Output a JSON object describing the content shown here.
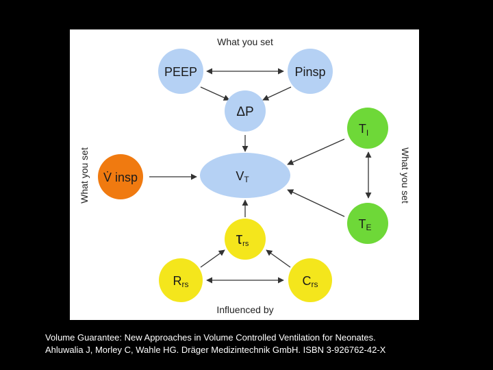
{
  "labels": {
    "top": "What you set",
    "left": "What you set",
    "right": "What you set",
    "bottom": "Influenced by"
  },
  "nodes": {
    "peep": "PEEP",
    "pinsp": "Pinsp",
    "delta_p": "ΔP",
    "ti_main": "T",
    "ti_sub": "I",
    "vinsp": "V̇ insp",
    "vt_main": "V",
    "vt_sub": "T",
    "te_main": "T",
    "te_sub": "E",
    "tau_main": "τ",
    "tau_sub": "rs",
    "rrs_main": "R",
    "rrs_sub": "rs",
    "crs_main": "C",
    "crs_sub": "rs"
  },
  "colors": {
    "blue": "#b5d1f4",
    "green": "#6ed838",
    "orange": "#f07a10",
    "yellow": "#f4e61c",
    "arrow": "#333333"
  },
  "caption": {
    "line1": "Volume Guarantee: New Approaches in Volume Controlled Ventilation for Neonates.",
    "line2": "Ahluwalia J, Morley C, Wahle HG.   Dräger Medizintechnik GmbH.   ISBN 3-926762-42-X"
  }
}
